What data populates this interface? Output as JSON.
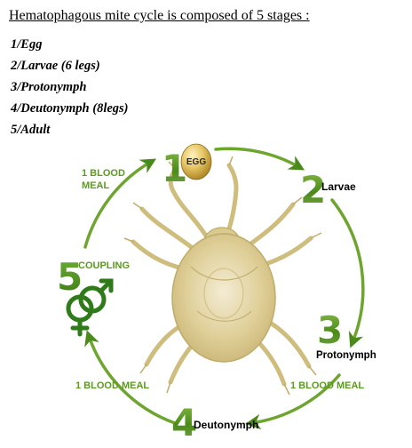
{
  "title": "Hematophagous mite cycle is composed of 5 stages :",
  "stages_list": [
    "1/Egg",
    "2/Larvae (6 legs)",
    "3/Protonymph",
    "4/Deutonymph (8legs)",
    "5/Adult"
  ],
  "diagram": {
    "stage_numbers": [
      "1",
      "2",
      "3",
      "4",
      "5"
    ],
    "egg_label": "EGG",
    "stage_labels": {
      "larvae": "Larvae",
      "protonymph": "Protonymph",
      "deutonymph": "Deutonymph",
      "coupling": "COUPLING"
    },
    "blood_meal_top_left": [
      "1 BLOOD",
      "MEAL"
    ],
    "blood_meal_bottom_left": "1 BLOOD MEAL",
    "blood_meal_bottom_right": "1 BLOOD MEAL",
    "colors": {
      "green_dark": "#3f7a14",
      "green_light": "#79ad3e",
      "label_green": "#5b9a1f",
      "mite": "#cdbf7e",
      "egg": "#d9b64c"
    }
  }
}
